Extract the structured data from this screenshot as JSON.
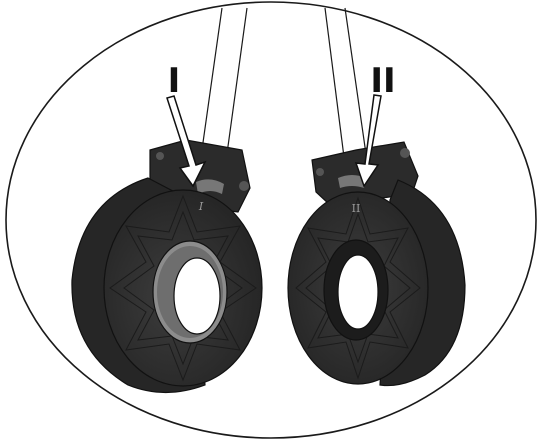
{
  "callouts": {
    "left": "I",
    "right": "II"
  },
  "engravings": {
    "left": "I",
    "right": "II"
  },
  "colors": {
    "frame": "#1a1a1a",
    "eartip_body": "#2b2b2b",
    "eartip_face": "#333333",
    "eartip_inner_ring": "#8c8c8c",
    "arrow_fill": "#ffffff"
  }
}
